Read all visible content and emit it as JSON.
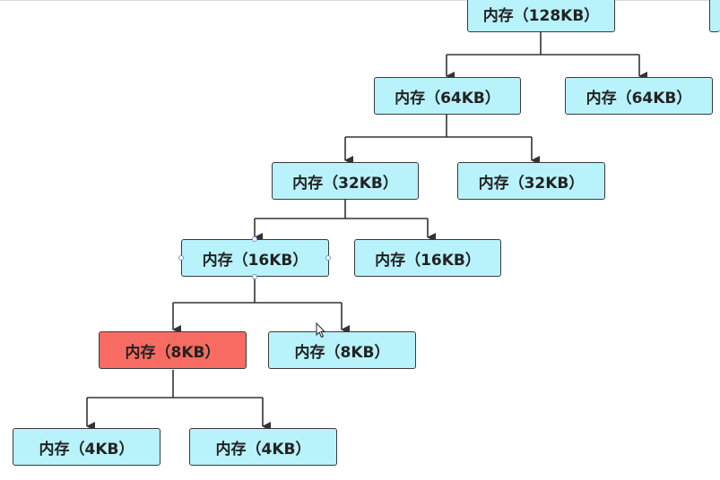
{
  "diagram": {
    "nodes": {
      "root": "内存（128KB）",
      "n64_left": "内存（64KB）",
      "n64_right": "内存（64KB）",
      "n32_left": "内存（32KB）",
      "n32_right": "内存（32KB）",
      "n16_left": "内存（16KB）",
      "n16_right": "内存（16KB）",
      "n8_left": "内存（8KB）",
      "n8_right": "内存（8KB）",
      "n4_left": "内存（4KB）",
      "n4_right": "内存（4KB）"
    },
    "colors": {
      "node_fill": "#b8f2fb",
      "highlight_fill": "#f76b62",
      "border": "#3a3a3a",
      "edge": "#333333"
    }
  }
}
